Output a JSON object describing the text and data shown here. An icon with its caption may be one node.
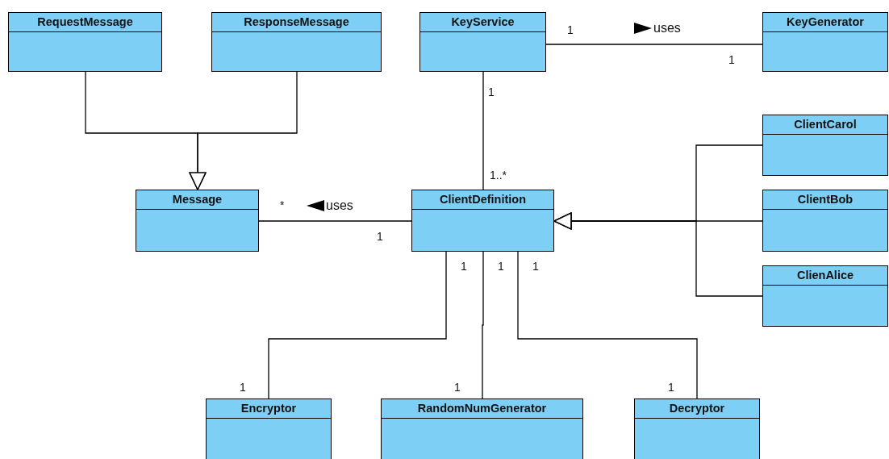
{
  "diagram": {
    "nodes": [
      {
        "text": [
          "RequestMessage"
        ]
      },
      {
        "text": [
          "ResponseMessage"
        ]
      },
      {
        "text": [
          "KeyService"
        ]
      },
      {
        "text": [
          "KeyGenerator"
        ]
      },
      {
        "text": [
          "ClientCarol"
        ]
      },
      {
        "text": [
          "Message"
        ]
      },
      {
        "text": [
          "ClientDefinition"
        ]
      },
      {
        "text": [
          "ClientBob"
        ]
      },
      {
        "text": [
          "ClienAlice"
        ]
      },
      {
        "text": [
          "Encryptor"
        ]
      },
      {
        "text": [
          "RandomNumGenerator"
        ]
      },
      {
        "text": [
          "Decryptor"
        ]
      }
    ],
    "edges": [
      {
        "from": 0,
        "to": 5,
        "arrow": "to"
      },
      {
        "from": 1,
        "to": 5,
        "arrow": "to"
      },
      {
        "from": 2,
        "to": 3,
        "arrow": "none",
        "label": "uses"
      },
      {
        "from": 2,
        "to": 6,
        "arrow": "none"
      },
      {
        "from": 4,
        "to": 6,
        "arrow": "to"
      },
      {
        "from": 7,
        "to": 6,
        "arrow": "to"
      },
      {
        "from": 8,
        "to": 6,
        "arrow": "to"
      },
      {
        "from": 6,
        "to": 5,
        "arrow": "none",
        "label": "uses"
      },
      {
        "from": 6,
        "to": 9,
        "arrow": "none"
      },
      {
        "from": 6,
        "to": 10,
        "arrow": "none"
      },
      {
        "from": 6,
        "to": 11,
        "arrow": "none"
      }
    ],
    "labels": [
      "1",
      "1",
      "1",
      "1..*",
      "*",
      "1",
      "1",
      "1",
      "1",
      "1",
      "1",
      "1"
    ]
  }
}
